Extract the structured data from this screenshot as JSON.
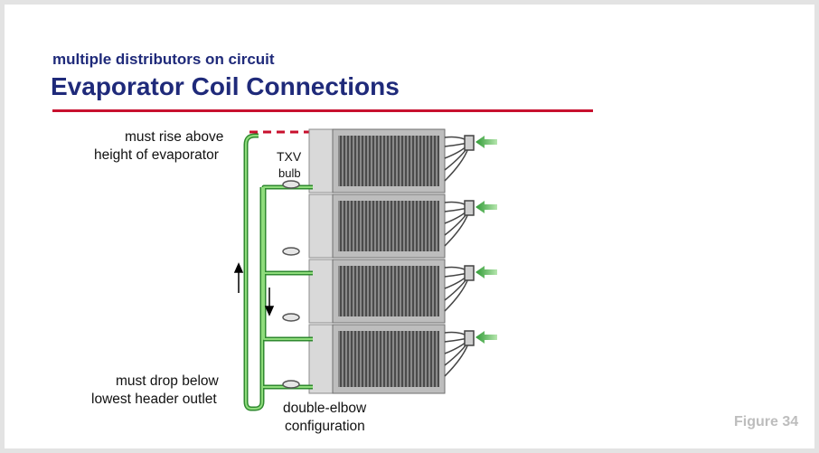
{
  "slide": {
    "subtitle": "multiple distributors on circuit",
    "title": "Evaporator Coil Connections",
    "figure_label": "Figure 34"
  },
  "labels": {
    "rise_line1": "must rise above",
    "rise_line2": "height of evaporator",
    "drop_line1": "must drop below",
    "drop_line2": "lowest header outlet",
    "txv_line1": "TXV",
    "txv_line2": "bulb",
    "elbow_line1": "double-elbow",
    "elbow_line2": "configuration"
  },
  "colors": {
    "title": "#1f2a7a",
    "rule": "#c8102e",
    "pipe": "#4caf3f",
    "dashed_line": "#c8102e",
    "figure_label": "#bdbdbd"
  }
}
